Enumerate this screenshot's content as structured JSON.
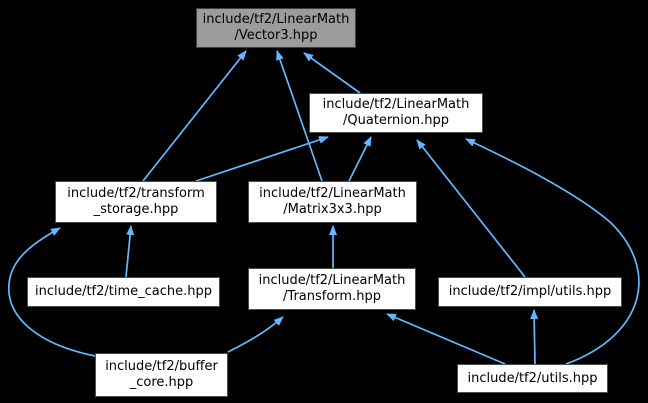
{
  "diagram": {
    "kind": "include-dependency-graph",
    "colors": {
      "background": "#000000",
      "edge": "#63b8ff",
      "node_fill": "#ffffff",
      "node_border": "#4d4d4d",
      "highlight_fill": "#9c9c9c",
      "highlight_border": "#3f3f3f",
      "text": "#000000"
    },
    "nodes": [
      {
        "id": "vector3",
        "label": "include/tf2/LinearMath/Vector3.hpp",
        "line1": "include/tf2/LinearMath",
        "line2": "/Vector3.hpp",
        "highlighted": true
      },
      {
        "id": "quaternion",
        "label": "include/tf2/LinearMath/Quaternion.hpp",
        "line1": "include/tf2/LinearMath",
        "line2": "/Quaternion.hpp",
        "highlighted": false
      },
      {
        "id": "transform-storage",
        "label": "include/tf2/transform_storage.hpp",
        "line1": "include/tf2/transform",
        "line2": "_storage.hpp",
        "highlighted": false
      },
      {
        "id": "matrix3x3",
        "label": "include/tf2/LinearMath/Matrix3x3.hpp",
        "line1": "include/tf2/LinearMath",
        "line2": "/Matrix3x3.hpp",
        "highlighted": false
      },
      {
        "id": "time-cache",
        "label": "include/tf2/time_cache.hpp",
        "line1": "include/tf2/time_cache.hpp",
        "line2": "",
        "highlighted": false
      },
      {
        "id": "transform",
        "label": "include/tf2/LinearMath/Transform.hpp",
        "line1": "include/tf2/LinearMath",
        "line2": "/Transform.hpp",
        "highlighted": false
      },
      {
        "id": "impl-utils",
        "label": "include/tf2/impl/utils.hpp",
        "line1": "include/tf2/impl/utils.hpp",
        "line2": "",
        "highlighted": false
      },
      {
        "id": "buffer-core",
        "label": "include/tf2/buffer_core.hpp",
        "line1": "include/tf2/buffer",
        "line2": "_core.hpp",
        "highlighted": false
      },
      {
        "id": "utils",
        "label": "include/tf2/utils.hpp",
        "line1": "include/tf2/utils.hpp",
        "line2": "",
        "highlighted": false
      }
    ],
    "edges": [
      {
        "from": "transform-storage",
        "to": "vector3"
      },
      {
        "from": "matrix3x3",
        "to": "vector3"
      },
      {
        "from": "quaternion",
        "to": "vector3"
      },
      {
        "from": "transform-storage",
        "to": "quaternion"
      },
      {
        "from": "matrix3x3",
        "to": "quaternion"
      },
      {
        "from": "impl-utils",
        "to": "quaternion"
      },
      {
        "from": "utils",
        "to": "quaternion"
      },
      {
        "from": "time-cache",
        "to": "transform-storage"
      },
      {
        "from": "buffer-core",
        "to": "transform-storage"
      },
      {
        "from": "transform",
        "to": "matrix3x3"
      },
      {
        "from": "buffer-core",
        "to": "transform"
      },
      {
        "from": "utils",
        "to": "transform"
      },
      {
        "from": "utils",
        "to": "impl-utils"
      }
    ]
  }
}
